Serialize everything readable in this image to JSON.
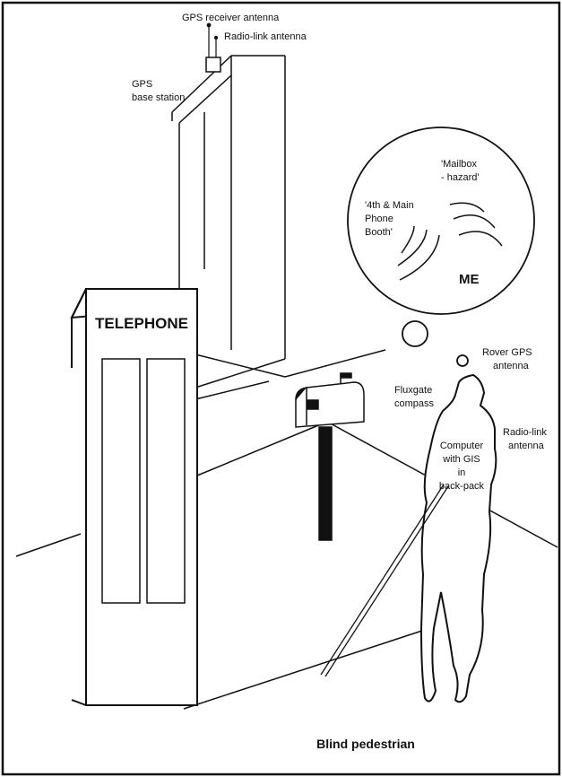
{
  "labels": {
    "gps_receiver_antenna": "GPS receiver antenna",
    "radio_link_antenna_top": "Radio-link antenna",
    "gps_base_station_1": "GPS",
    "gps_base_station_2": "base station",
    "telephone": "TELEPHONE",
    "mailbox_hazard_1": "'Mailbox",
    "mailbox_hazard_2": "- hazard'",
    "phone_booth_1": "'4th & Main",
    "phone_booth_2": "Phone",
    "phone_booth_3": "Booth'",
    "me": "ME",
    "rover_gps_1": "Rover GPS",
    "rover_gps_2": "antenna",
    "fluxgate_1": "Fluxgate",
    "fluxgate_2": "compass",
    "radio_link_right_1": "Radio-link",
    "radio_link_right_2": "antenna",
    "computer_1": "Computer",
    "computer_2": "with GIS",
    "computer_3": "in",
    "computer_4": "back-pack",
    "caption": "Blind pedestrian"
  }
}
